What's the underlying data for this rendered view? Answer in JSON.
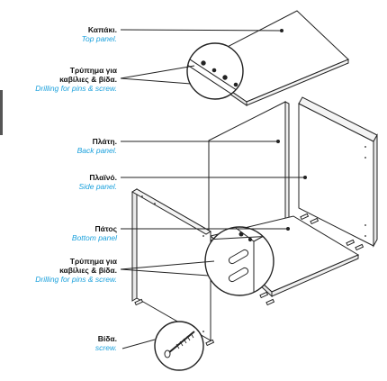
{
  "labels": {
    "top_panel": {
      "greek": "Καπάκι.",
      "english": "Top panel."
    },
    "drilling_top": {
      "greek_line1": "Τρύπημα για",
      "greek_line2": "καβίλιες & βίδα.",
      "english": "Drilling for pins & screw."
    },
    "back_panel": {
      "greek": "Πλάτη.",
      "english": "Back panel."
    },
    "side_panel": {
      "greek": "Πλαϊνό.",
      "english": "Side  panel."
    },
    "bottom_panel": {
      "greek": "Πάτος",
      "english": "Bottom panel"
    },
    "drilling_bottom": {
      "greek_line1": "Τρύπημα για",
      "greek_line2": "καβίλιες & βίδα.",
      "english": "Drilling for pins & screw."
    },
    "screw": {
      "greek": "Βίδα.",
      "english": "screw."
    }
  },
  "colors": {
    "english_text": "#1aa0dc",
    "greek_text": "#111111",
    "line": "#222222"
  },
  "icons": [
    "drilling-detail-magnifier",
    "screw-detail-magnifier",
    "dowel-pin"
  ]
}
